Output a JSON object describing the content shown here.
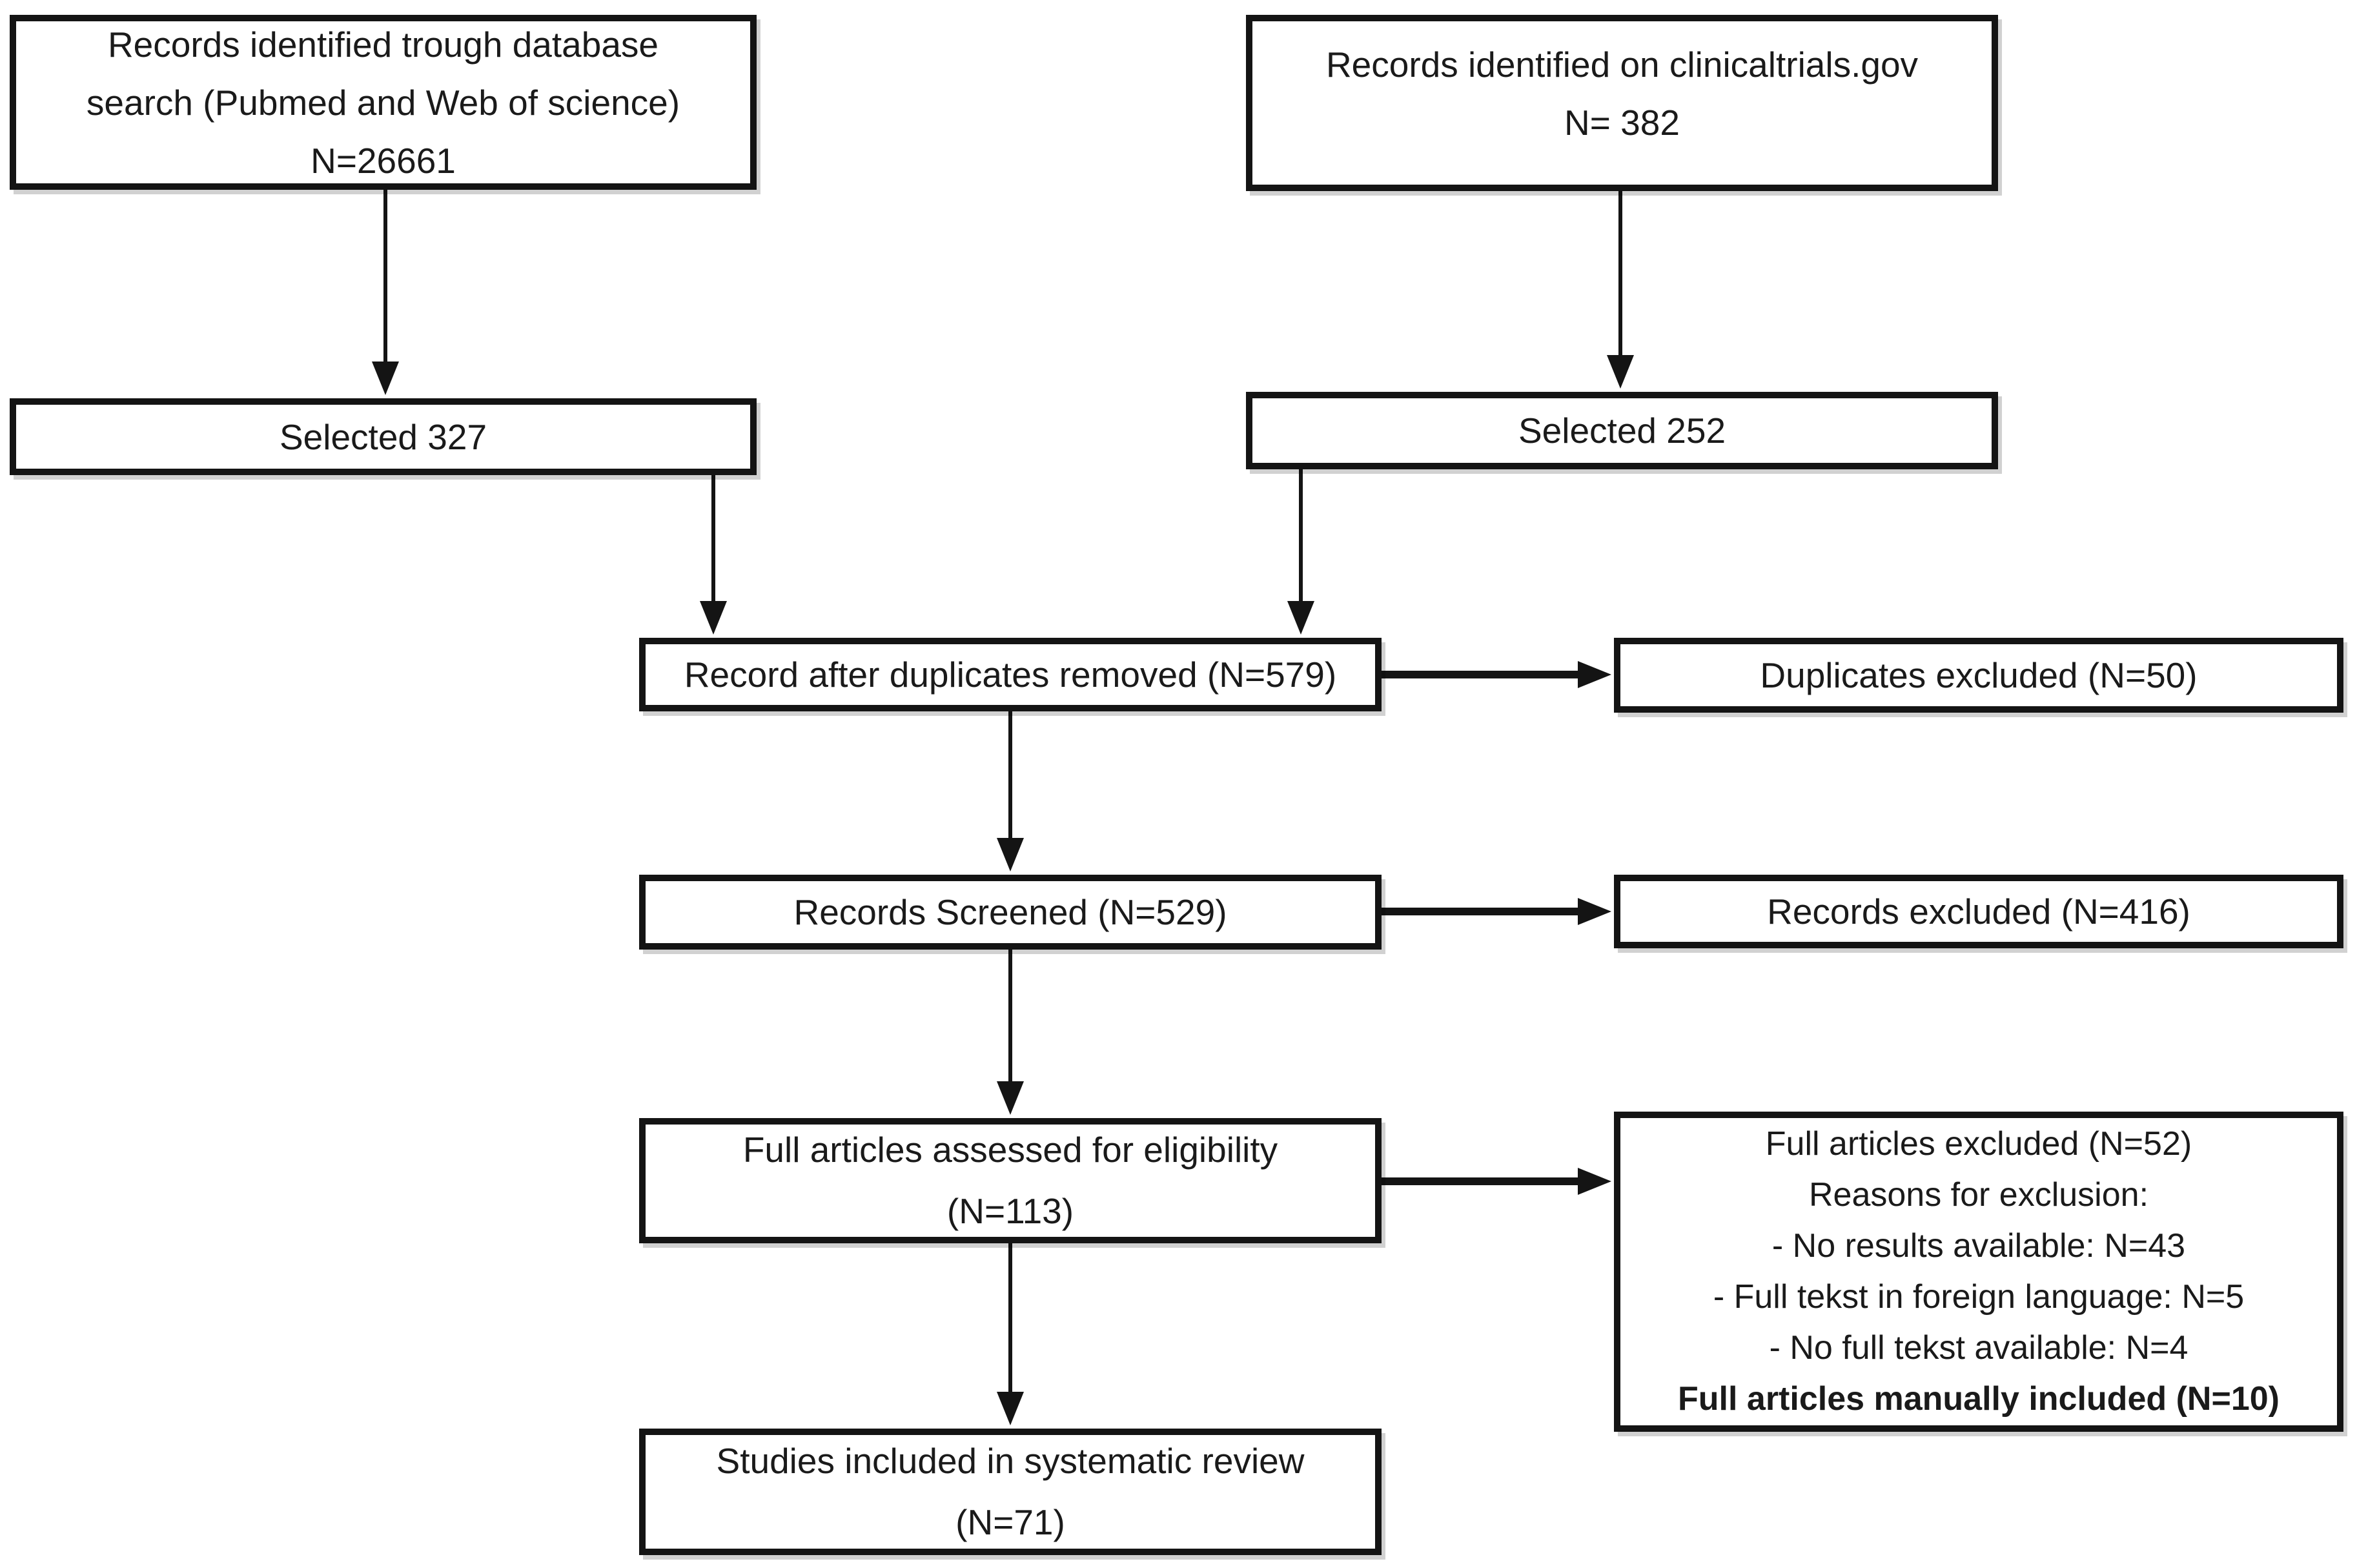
{
  "colors": {
    "background": "#ffffff",
    "box_border": "#141414",
    "connector": "#141414",
    "text": "#1a1a1a"
  },
  "flowchart": {
    "db_search": {
      "lines": [
        "Records identified trough database",
        "search (Pubmed and Web of science)",
        "N=26661"
      ]
    },
    "clinicaltrials": {
      "lines": [
        "Records identified on clinicaltrials.gov",
        "N= 382"
      ]
    },
    "selected_db": {
      "label": "Selected 327"
    },
    "selected_ct": {
      "label": "Selected 252"
    },
    "dedup": {
      "label": "Record after duplicates removed (N=579)"
    },
    "duplicates_excluded": {
      "label": "Duplicates excluded (N=50)"
    },
    "screened": {
      "label": "Records Screened (N=529)"
    },
    "records_excluded": {
      "label": "Records excluded (N=416)"
    },
    "eligibility": {
      "lines": [
        "Full articles assessed for eligibility",
        "(N=113)"
      ]
    },
    "full_articles_excluded": {
      "lines": [
        "Full articles excluded (N=52)",
        "Reasons for exclusion:",
        "- No results available: N=43",
        "- Full tekst in foreign language: N=5",
        "- No full tekst available: N=4"
      ],
      "bold_line": "Full articles manually included (N=10)"
    },
    "included": {
      "lines": [
        "Studies included in systematic review",
        "(N=71)"
      ]
    }
  }
}
